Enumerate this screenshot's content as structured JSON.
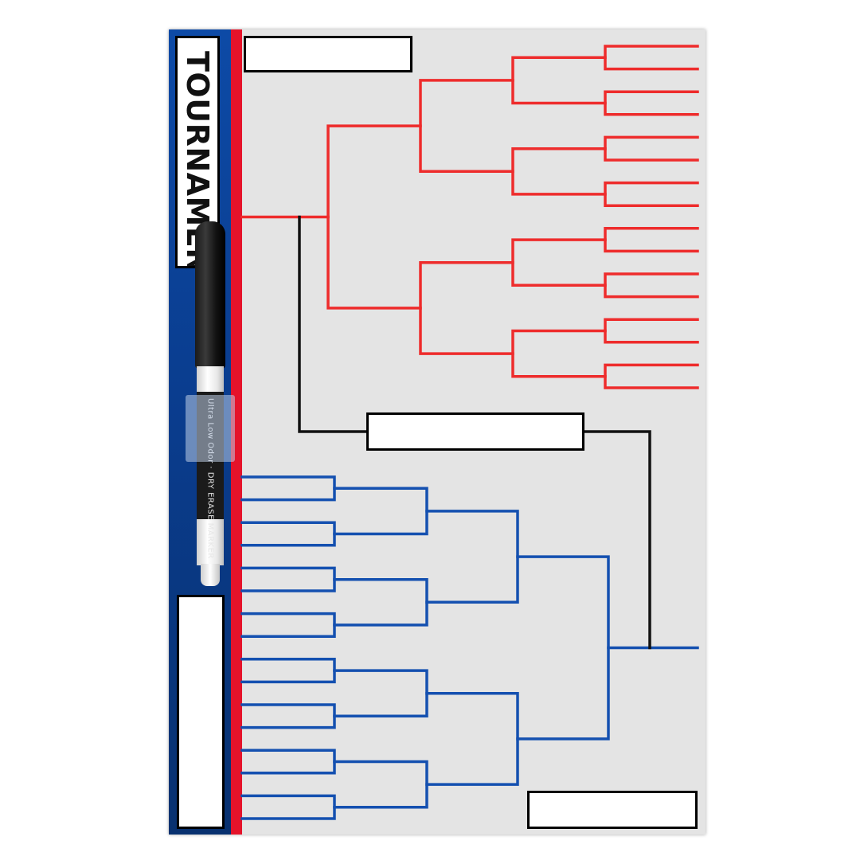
{
  "board": {
    "title": "TOURNAMENT",
    "colors": {
      "blue_strip": "#0a3d8f",
      "red_strip": "#e5132a",
      "top_bracket": "#ee2c2c",
      "bottom_bracket": "#1450b0",
      "final_connector": "#111111",
      "board_surface": "#e4e4e4"
    },
    "fields": {
      "header_name_box": "",
      "champion_box": "",
      "footer_box": "",
      "side_box": ""
    },
    "bracket": {
      "top_half_entries": 16,
      "bottom_half_entries": 16,
      "rounds_per_half": 4
    }
  },
  "marker": {
    "label": "Ultra Low Odor · DRY ERASE MARKER",
    "icon": "dry-erase-marker-icon"
  }
}
